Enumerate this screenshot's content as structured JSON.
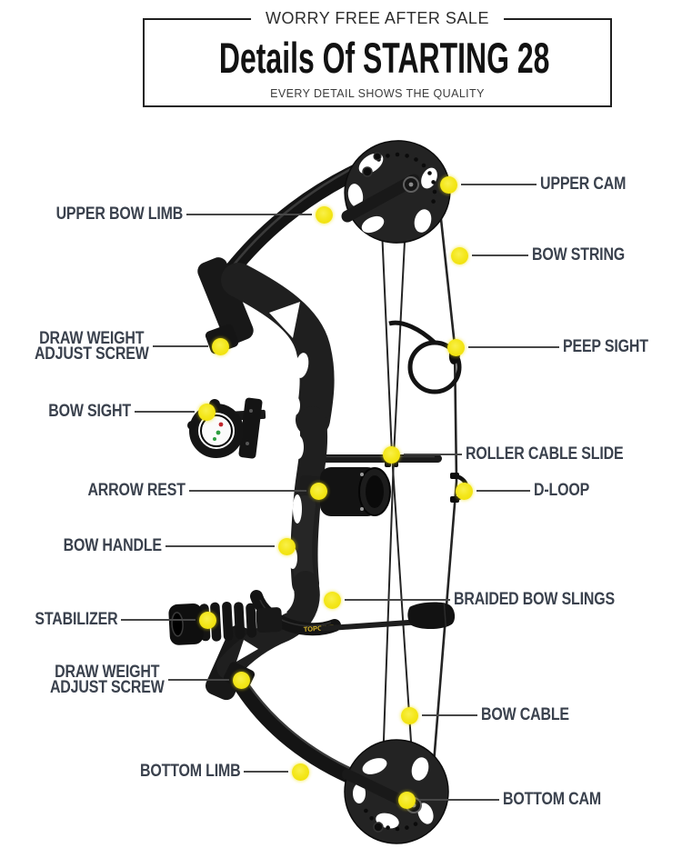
{
  "header": {
    "eyebrow": "WORRY FREE AFTER SALE",
    "title": "Details Of STARTING 28",
    "subtitle": "EVERY DETAIL SHOWS THE QUALITY"
  },
  "figure": {
    "subject": "compound bow labeled parts diagram",
    "brand_mark": "TOPOINT",
    "dot_color": "#F2E41C",
    "line_color": "#474747",
    "label_color": "#3A414D",
    "bow_color": "#1F1F1F"
  },
  "callouts": [
    {
      "id": "upper-cam",
      "label": "UPPER CAM",
      "side": "right"
    },
    {
      "id": "upper-bow-limb",
      "label": "UPPER BOW LIMB",
      "side": "left"
    },
    {
      "id": "bow-string",
      "label": "BOW STRING",
      "side": "right"
    },
    {
      "id": "draw-weight-adjust-screw-top",
      "label": "DRAW WEIGHT\nADJUST SCREW",
      "side": "left"
    },
    {
      "id": "peep-sight",
      "label": "PEEP SIGHT",
      "side": "right"
    },
    {
      "id": "bow-sight",
      "label": "BOW SIGHT",
      "side": "left"
    },
    {
      "id": "roller-cable-slide",
      "label": "ROLLER CABLE SLIDE",
      "side": "right"
    },
    {
      "id": "arrow-rest",
      "label": "ARROW REST",
      "side": "left"
    },
    {
      "id": "d-loop",
      "label": "D-LOOP",
      "side": "right"
    },
    {
      "id": "bow-handle",
      "label": "BOW HANDLE",
      "side": "left"
    },
    {
      "id": "braided-bow-slings",
      "label": "BRAIDED BOW SLINGS",
      "side": "right"
    },
    {
      "id": "stabilizer",
      "label": "STABILIZER",
      "side": "left"
    },
    {
      "id": "draw-weight-adjust-screw-bottom",
      "label": "DRAW WEIGHT\nADJUST SCREW",
      "side": "left"
    },
    {
      "id": "bow-cable",
      "label": "BOW CABLE",
      "side": "right"
    },
    {
      "id": "bottom-limb",
      "label": "BOTTOM LIMB",
      "side": "left"
    },
    {
      "id": "bottom-cam",
      "label": "BOTTOM CAM",
      "side": "right"
    }
  ]
}
